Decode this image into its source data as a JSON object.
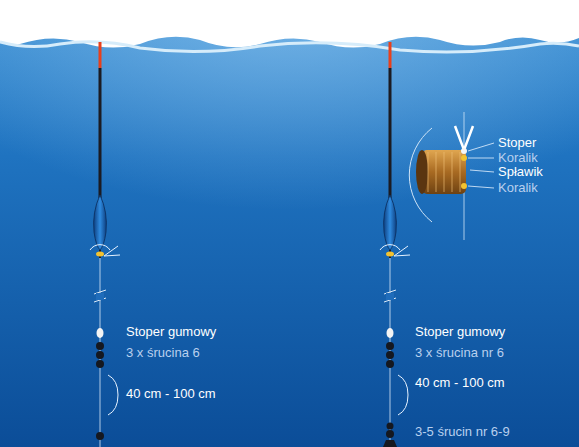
{
  "diagram": {
    "labels": [
      "Stoper",
      "Koralik",
      "Spławik",
      "Koralik",
      "Stoper gumowy",
      "3 x śrucina 6",
      "40 cm - 100 cm",
      "Stoper gumowy",
      "3 x śrucina nr 6",
      "40 cm - 100 cm",
      "3-5 śrucin nr 6-9"
    ]
  }
}
